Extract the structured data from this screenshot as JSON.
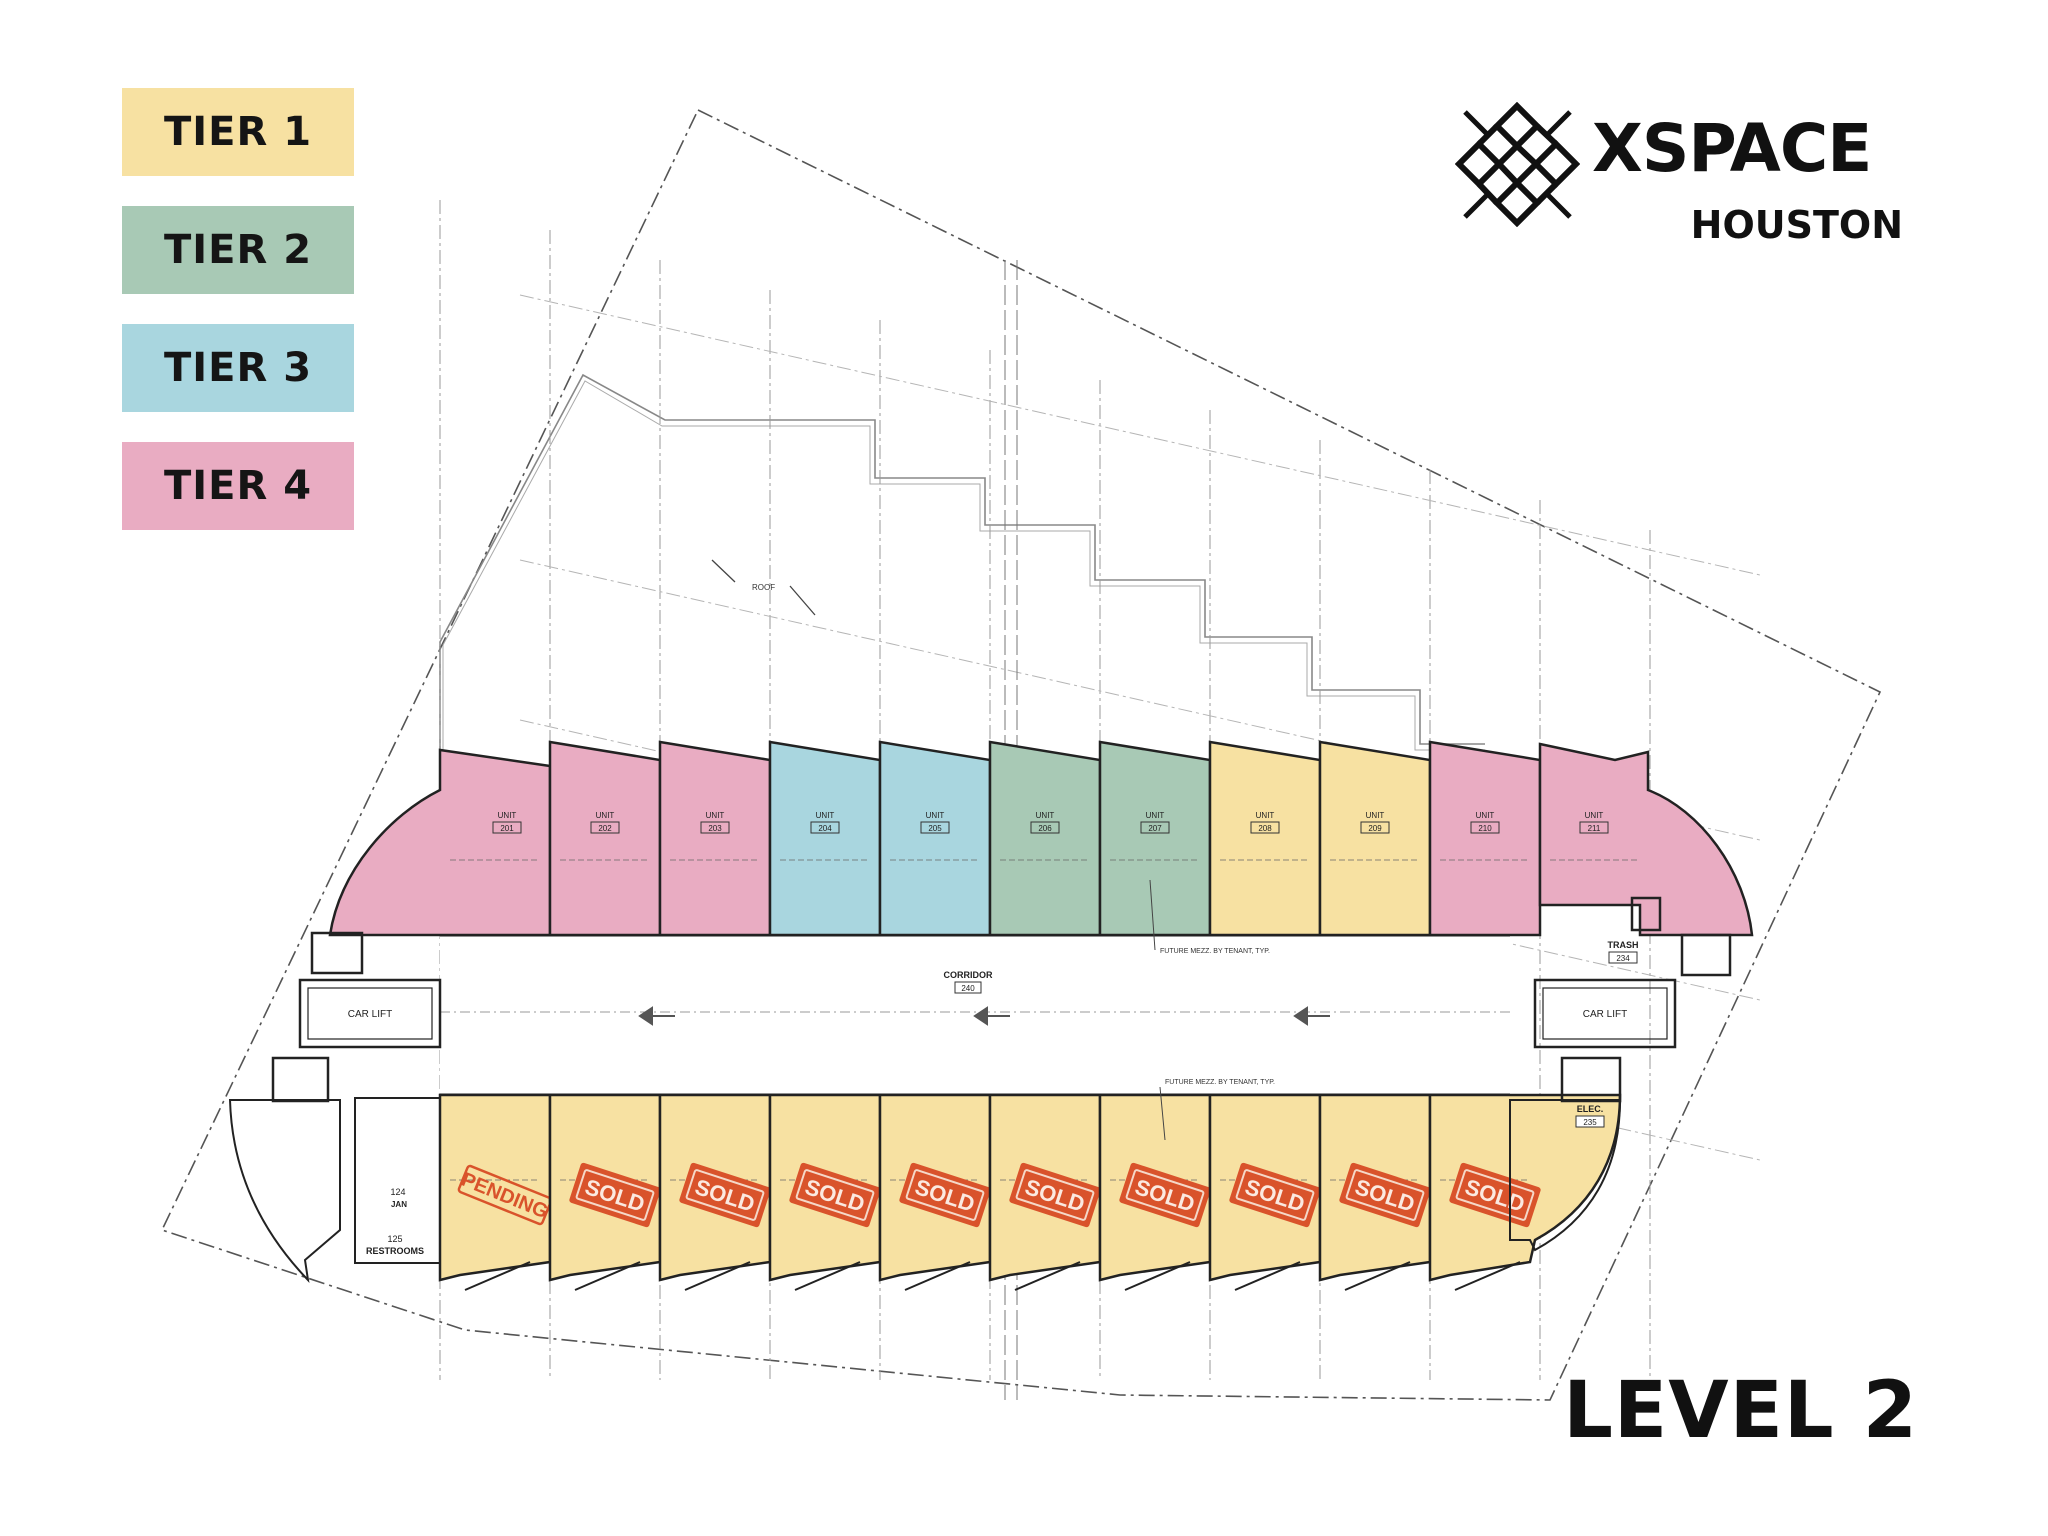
{
  "legend": [
    {
      "label": "TIER 1",
      "color": "#f7e1a2"
    },
    {
      "label": "TIER 2",
      "color": "#a8c9b5"
    },
    {
      "label": "TIER 3",
      "color": "#a9d6df"
    },
    {
      "label": "TIER 4",
      "color": "#e9acc2"
    }
  ],
  "brand": {
    "name": "XSPACE",
    "city": "HOUSTON"
  },
  "level_title": "LEVEL 2",
  "labels": {
    "roof": "ROOF",
    "corridor": "CORRIDOR",
    "corridor_no": "240",
    "car_lift": "CAR LIFT",
    "trash": "TRASH",
    "trash_no": "234",
    "elec": "ELEC.",
    "elec_no": "235",
    "restrooms": "RESTROOMS",
    "jan": "JAN",
    "room_124": "124",
    "room_125": "125",
    "future_mezz": "FUTURE MEZZ. BY TENANT, TYP.",
    "unit_word": "UNIT"
  },
  "upper_units": [
    {
      "unit": "201",
      "tier": 4
    },
    {
      "unit": "202",
      "tier": 4
    },
    {
      "unit": "203",
      "tier": 4
    },
    {
      "unit": "204",
      "tier": 3
    },
    {
      "unit": "205",
      "tier": 3
    },
    {
      "unit": "206",
      "tier": 2
    },
    {
      "unit": "207",
      "tier": 2
    },
    {
      "unit": "208",
      "tier": 1
    },
    {
      "unit": "209",
      "tier": 1
    },
    {
      "unit": "210",
      "tier": 4
    },
    {
      "unit": "211",
      "tier": 4
    }
  ],
  "lower_units": [
    {
      "status": "PENDING",
      "tier": 1
    },
    {
      "status": "SOLD",
      "tier": 1
    },
    {
      "status": "SOLD",
      "tier": 1
    },
    {
      "status": "SOLD",
      "tier": 1
    },
    {
      "status": "SOLD",
      "tier": 1
    },
    {
      "status": "SOLD",
      "tier": 1
    },
    {
      "status": "SOLD",
      "tier": 1
    },
    {
      "status": "SOLD",
      "tier": 1
    },
    {
      "status": "SOLD",
      "tier": 1
    },
    {
      "status": "SOLD",
      "tier": 1
    }
  ],
  "colors": {
    "stamp": "#d9532b",
    "wall": "#222222",
    "grid": "#9a9a9a",
    "outline": "#444444"
  }
}
